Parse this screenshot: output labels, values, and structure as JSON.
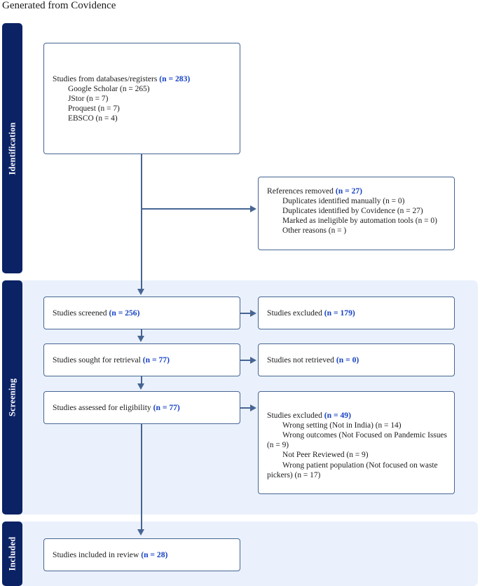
{
  "title": "Generated from Covidence",
  "accent": {
    "stage_bar_navy": "#0b2265",
    "band_light_blue": "#eaf1fc",
    "box_border_blue": "#466593",
    "count_blue": "#1540c4"
  },
  "stages": [
    {
      "id": "identification",
      "label": "Identification"
    },
    {
      "id": "screening",
      "label": "Screening"
    },
    {
      "id": "included",
      "label": "Included"
    }
  ],
  "boxes": {
    "databases": {
      "heading_text": "Studies from databases/registers ",
      "heading_count": "(n = 283)",
      "items": [
        "Google Scholar (n = 265)",
        "JStor (n = 7)",
        "Proquest (n = 7)",
        "EBSCO (n = 4)"
      ]
    },
    "references_removed": {
      "heading_text": "References removed ",
      "heading_count": "(n = 27)",
      "items": [
        "Duplicates identified manually (n = 0)",
        "Duplicates identified by Covidence (n = 27)",
        "Marked as ineligible by automation tools (n = 0)",
        "Other reasons (n = )"
      ]
    },
    "studies_screened": {
      "heading_text": "Studies screened ",
      "heading_count": "(n = 256)"
    },
    "studies_excluded_screened": {
      "heading_text": "Studies excluded ",
      "heading_count": "(n = 179)"
    },
    "studies_sought": {
      "heading_text": "Studies sought for retrieval ",
      "heading_count": "(n = 77)"
    },
    "studies_not_retrieved": {
      "heading_text": "Studies not retrieved ",
      "heading_count": "(n = 0)"
    },
    "studies_assessed": {
      "heading_text": "Studies assessed for eligibility ",
      "heading_count": "(n = 77)"
    },
    "studies_excluded_reasons": {
      "heading_text": "Studies excluded ",
      "heading_count": "(n = 49)",
      "items": [
        "Wrong setting (Not in India) (n = 14)",
        "Wrong outcomes (Not Focused on Pandemic Issues (n = 9)",
        "Not Peer Reviewed (n = 9)",
        "Wrong patient population (Not focused on waste pickers)  (n = 17)"
      ]
    },
    "studies_included": {
      "heading_text": "Studies included in review ",
      "heading_count": "(n = 28)"
    }
  }
}
